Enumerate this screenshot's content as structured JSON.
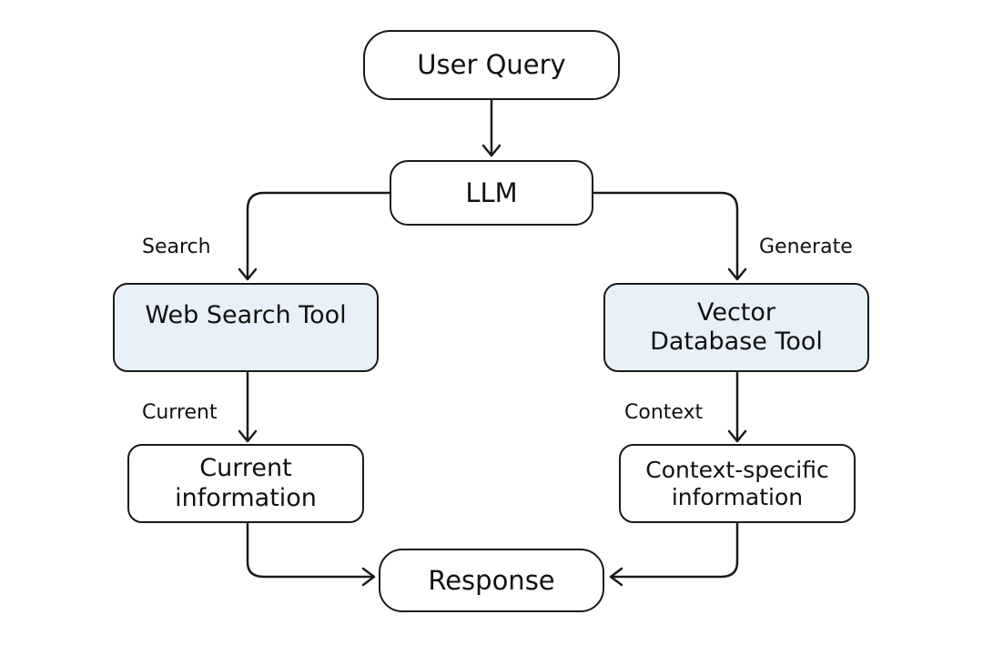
{
  "colors": {
    "stroke": "#1a1a1a",
    "tool_fill": "#e8f1f9",
    "node_fill": "#ffffff",
    "text": "#111111"
  },
  "nodes": {
    "user_query": "User Query",
    "llm": "LLM",
    "web_search_tool": "Web Search Tool",
    "vector_database_tool": "Vector Database Tool",
    "current_information": "Current information",
    "context_specific_information": "Context-specific information",
    "response": "Response"
  },
  "edge_labels": {
    "search": "Search",
    "generate": "Generate",
    "current": "Current",
    "context": "Context"
  }
}
